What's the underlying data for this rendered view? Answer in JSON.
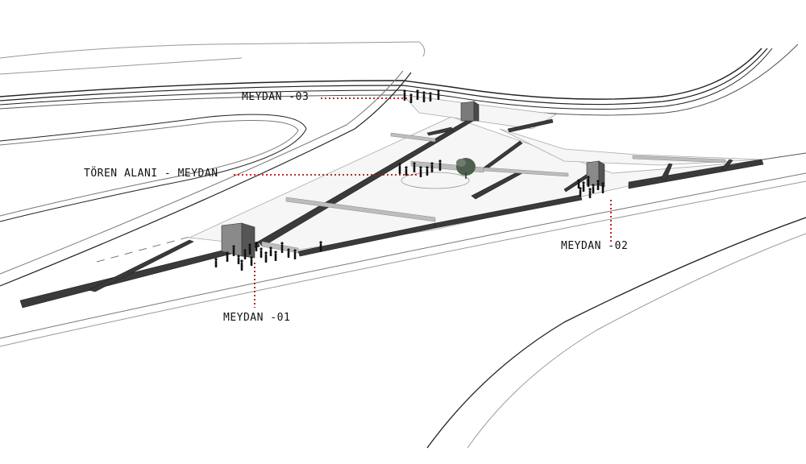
{
  "labels": {
    "meydan_03": "MEYDAN -03",
    "toren_alani": "TÖREN ALANI - MEYDAN",
    "meydan_02": "MEYDAN -02",
    "meydan_01": "MEYDAN -01"
  },
  "colors": {
    "wall": "#3a3a3a",
    "wall_light": "#9a9a9a",
    "leader": "#9b1c1c",
    "road": "#222222",
    "tree": "#4f5f4f",
    "people": "#111111"
  }
}
